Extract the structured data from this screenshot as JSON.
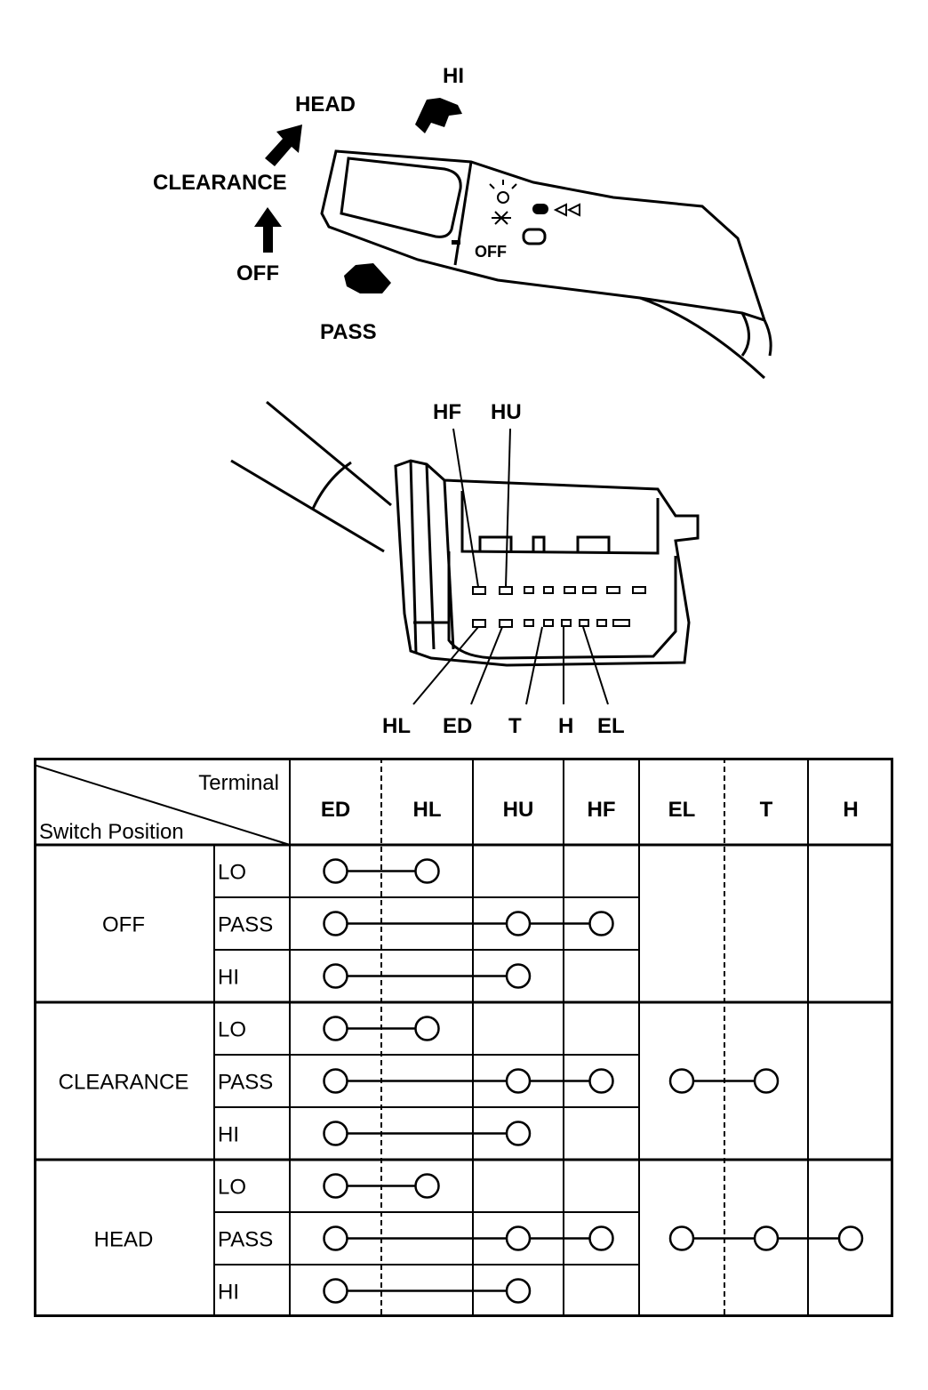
{
  "lever": {
    "positions": [
      "HEAD",
      "HI",
      "CLEARANCE",
      "OFF",
      "PASS"
    ],
    "head_label": "HEAD",
    "hi_label": "HI",
    "clearance_label": "CLEARANCE",
    "off_label": "OFF",
    "pass_label": "PASS",
    "lever_marking": "OFF"
  },
  "connector": {
    "top_terminals": [
      "HF",
      "HU"
    ],
    "bottom_terminals": [
      "HL",
      "ED",
      "T",
      "H",
      "EL"
    ]
  },
  "table": {
    "corner_top": "Terminal",
    "corner_bottom": "Switch Position",
    "terminals": [
      "ED",
      "HL",
      "HU",
      "HF",
      "EL",
      "T",
      "H"
    ],
    "groups": [
      {
        "position": "OFF",
        "rows": [
          {
            "label": "LO",
            "connect": [
              [
                "ED",
                "HL"
              ]
            ]
          },
          {
            "label": "PASS",
            "connect": [
              [
                "ED",
                "HU",
                "HF"
              ]
            ]
          },
          {
            "label": "HI",
            "connect": [
              [
                "ED",
                "HU"
              ]
            ]
          }
        ],
        "lamp": []
      },
      {
        "position": "CLEARANCE",
        "rows": [
          {
            "label": "LO",
            "connect": [
              [
                "ED",
                "HL"
              ]
            ]
          },
          {
            "label": "PASS",
            "connect": [
              [
                "ED",
                "HU",
                "HF"
              ]
            ]
          },
          {
            "label": "HI",
            "connect": [
              [
                "ED",
                "HU"
              ]
            ]
          }
        ],
        "lamp": [
          "EL",
          "T"
        ]
      },
      {
        "position": "HEAD",
        "rows": [
          {
            "label": "LO",
            "connect": [
              [
                "ED",
                "HL"
              ]
            ]
          },
          {
            "label": "PASS",
            "connect": [
              [
                "ED",
                "HU",
                "HF"
              ]
            ]
          },
          {
            "label": "HI",
            "connect": [
              [
                "ED",
                "HU"
              ]
            ]
          }
        ],
        "lamp": [
          "EL",
          "T",
          "H"
        ]
      }
    ]
  }
}
